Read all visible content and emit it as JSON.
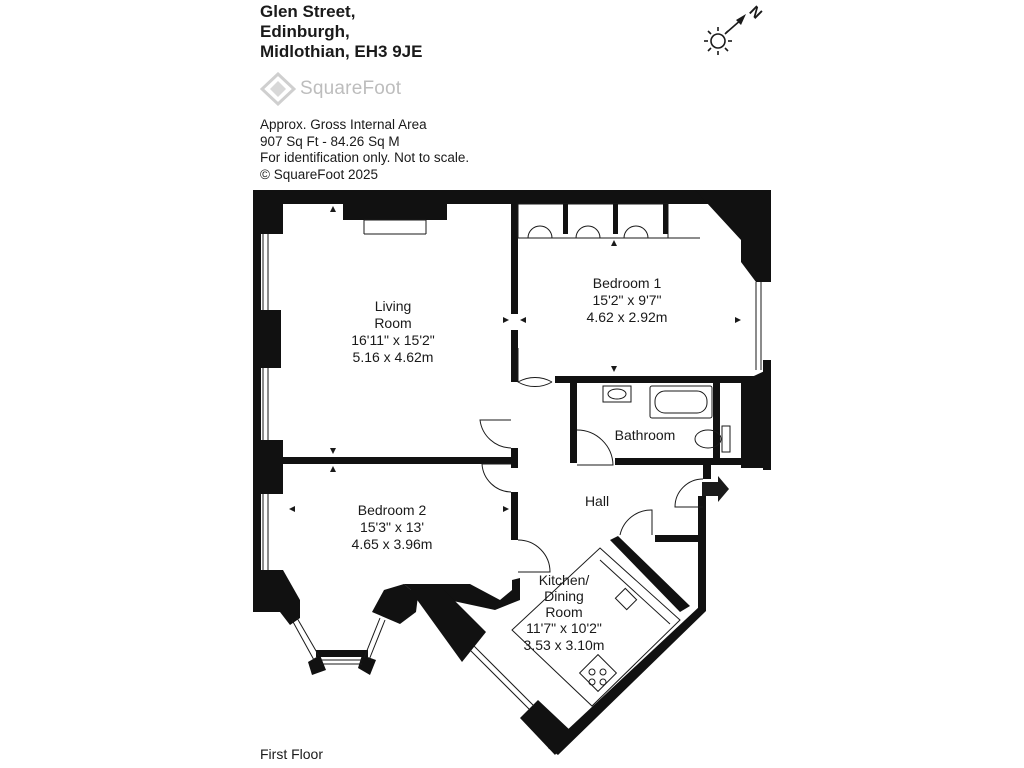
{
  "address": {
    "line1": "Glen Street,",
    "line2": "Edinburgh,",
    "line3": "Midlothian, EH3 9JE"
  },
  "logo": {
    "text": "SquareFoot"
  },
  "info": {
    "area_label": "Approx. Gross Internal Area",
    "area_value": "907 Sq Ft  -  84.26 Sq M",
    "disclaimer": "For identification only. Not to scale.",
    "copyright": "© SquareFoot 2025"
  },
  "compass": {
    "north_label": "N",
    "icon": "sun-compass-icon"
  },
  "rooms": {
    "living": {
      "name_line1": "Living",
      "name_line2": "Room",
      "imperial": "16'11\" x 15'2\"",
      "metric": "5.16 x 4.62m"
    },
    "bedroom1": {
      "name": "Bedroom 1",
      "imperial": "15'2\" x 9'7\"",
      "metric": "4.62 x 2.92m"
    },
    "bathroom": {
      "name": "Bathroom"
    },
    "hall": {
      "name": "Hall"
    },
    "bedroom2": {
      "name": "Bedroom 2",
      "imperial": "15'3\" x 13'",
      "metric": "4.65 x 3.96m"
    },
    "kitchen": {
      "name_line1": "Kitchen/",
      "name_line2": "Dining",
      "name_line3": "Room",
      "imperial": "11'7\" x 10'2\"",
      "metric": "3.53 x 3.10m"
    }
  },
  "floor": {
    "label": "First Floor"
  },
  "colors": {
    "wall": "#111111",
    "text": "#1a1a1a",
    "logo": "#bdbdbd"
  }
}
